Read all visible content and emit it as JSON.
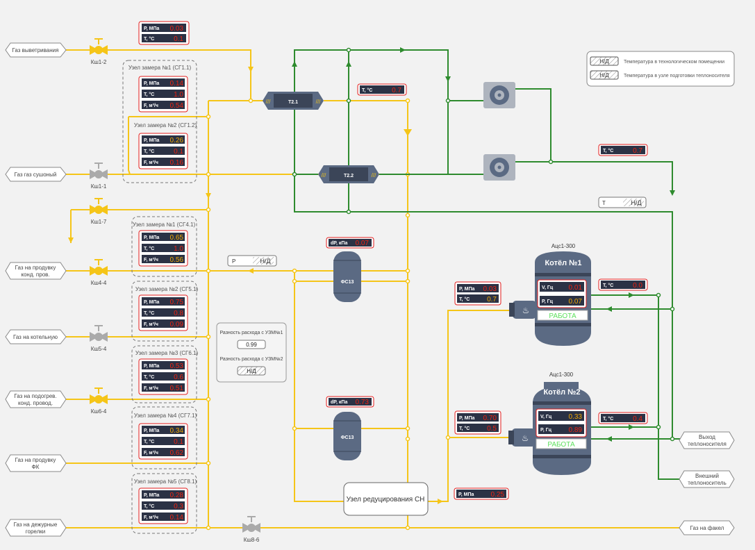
{
  "sources": {
    "g1": "Газ выветривания",
    "g2": "Газ газ сушоный",
    "g3a": "Газ на продувку",
    "g3b": "конд. пров.",
    "g4": "Газ на котельную",
    "g5a": "Газ на подогрев.",
    "g5b": "конд. провод.",
    "g6a": "Газ на продувку",
    "g6b": "ФК",
    "g7a": "Газ на дежурные",
    "g7b": "горелки",
    "g8": "Газ на факел",
    "o1a": "Выход",
    "o1b": "теплоносителя",
    "o2a": "Внешний",
    "o2b": "теплоноситель"
  },
  "valves": {
    "v1": "Кш1-2",
    "v2": "Кш1-1",
    "v3": "Кш1-7",
    "v4": "Кш4-4",
    "v5": "Кш5-4",
    "v6": "Кш6-4",
    "v7": "Кш8-6"
  },
  "labels": {
    "p": "P, МПа",
    "t": "T, °C",
    "f": "F, м³/ч",
    "dp": "dP, кПа",
    "v": "V, Гц",
    "pg": "P, Гц",
    "tt": "T, °C"
  },
  "top_sensor": {
    "p": "0.03",
    "t": "0.1"
  },
  "groups": {
    "sg11": {
      "title": "Узел замера №1 (СГ1.1)",
      "p": "0.14",
      "t": "1.0",
      "f": "0.54"
    },
    "sg12": {
      "title": "Узел замера №2 (СГ1.2)",
      "p": "0.26",
      "t": "0.1",
      "f": "0.16"
    },
    "sg41": {
      "title": "Узел замера №1 (СГ4.1)",
      "p": "0.65",
      "t": "1.0",
      "f": "0.56"
    },
    "sg51": {
      "title": "Узел замера №2 (СГ5.1)",
      "p": "0.75",
      "t": "0.8",
      "f": "0.09"
    },
    "sg61": {
      "title": "Узел замера №3 (СГ6.1)",
      "p": "0.53",
      "t": "0.6",
      "f": "0.51"
    },
    "sg71": {
      "title": "Узел замера №4 (СГ7.1)",
      "p": "0.34",
      "t": "0.1",
      "f": "0.62"
    },
    "sg81": {
      "title": "Узел замера №5 (СГ8.1)",
      "p": "0.28",
      "t": "0.3",
      "f": "0.14"
    }
  },
  "exchangers": {
    "t21": "T2.1",
    "t22": "T2.2"
  },
  "temps": {
    "t21_out": "0.7",
    "pump_out": "0.7",
    "b1_out": "0.0",
    "b2_out": "0.4"
  },
  "nd": "Н/Д",
  "tline": "T",
  "pline": "P",
  "filters": {
    "f1": {
      "label": "ФС13",
      "dp": "0.07"
    },
    "f2": {
      "label": "ФС13",
      "dp": "0.73"
    }
  },
  "diff": {
    "l1": "Разность расхода с УЗМ№1",
    "v1": "0.99",
    "l2": "Разность расхода с УЗМ№2",
    "v2": "Н/Д"
  },
  "legend": {
    "l1": "Температура в технологическом помещении",
    "l2": "Температура в узле подготовки теплоносителя"
  },
  "boilers": {
    "b1": {
      "model": "Ацс1-300",
      "name": "Котёл №1",
      "v": "0.01",
      "p": "0.07",
      "status": "РАБОТА",
      "in_p": "0.03",
      "in_t": "0.7"
    },
    "b2": {
      "model": "Ацс1-300",
      "name": "Котёл №2",
      "v": "0.33",
      "p": "0.89",
      "status": "РАБОТА",
      "in_p": "0.70",
      "in_t": "0.5"
    }
  },
  "reducer": {
    "label": "Узел редуцирования СН",
    "p": "0.25"
  },
  "colors": {
    "gas": "#f5c518",
    "water": "#2e8b2e",
    "equipment": "#5b6a83",
    "alarm": "#e21e1e",
    "panel": "#2b3245"
  }
}
